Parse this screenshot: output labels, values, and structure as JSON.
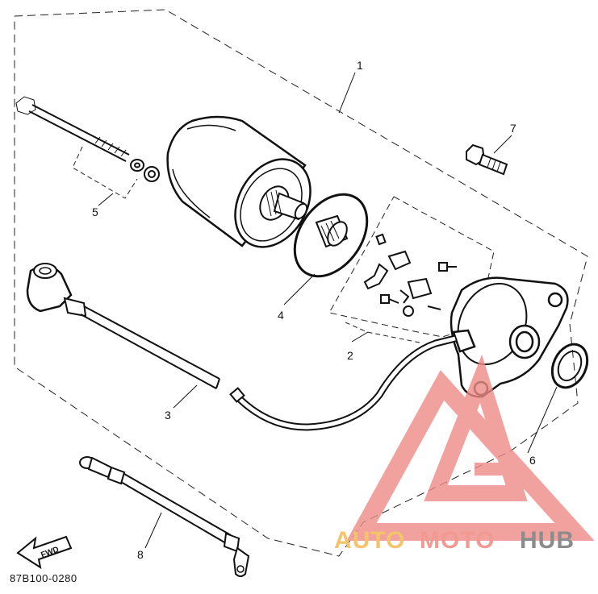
{
  "diagram": {
    "part_labels": [
      "1",
      "2",
      "3",
      "4",
      "5",
      "6",
      "7",
      "8"
    ],
    "drawing_code": "87B100-0280",
    "direction_label": "FWD"
  },
  "watermark": {
    "word_part1": "AUTO",
    "word_part2": "MOTO",
    "word_part3": "HUB",
    "colors": {
      "part1": "#f5c36b",
      "part2": "#f29a91",
      "part3": "#8c8c8c",
      "logo": "#f08c86"
    }
  }
}
